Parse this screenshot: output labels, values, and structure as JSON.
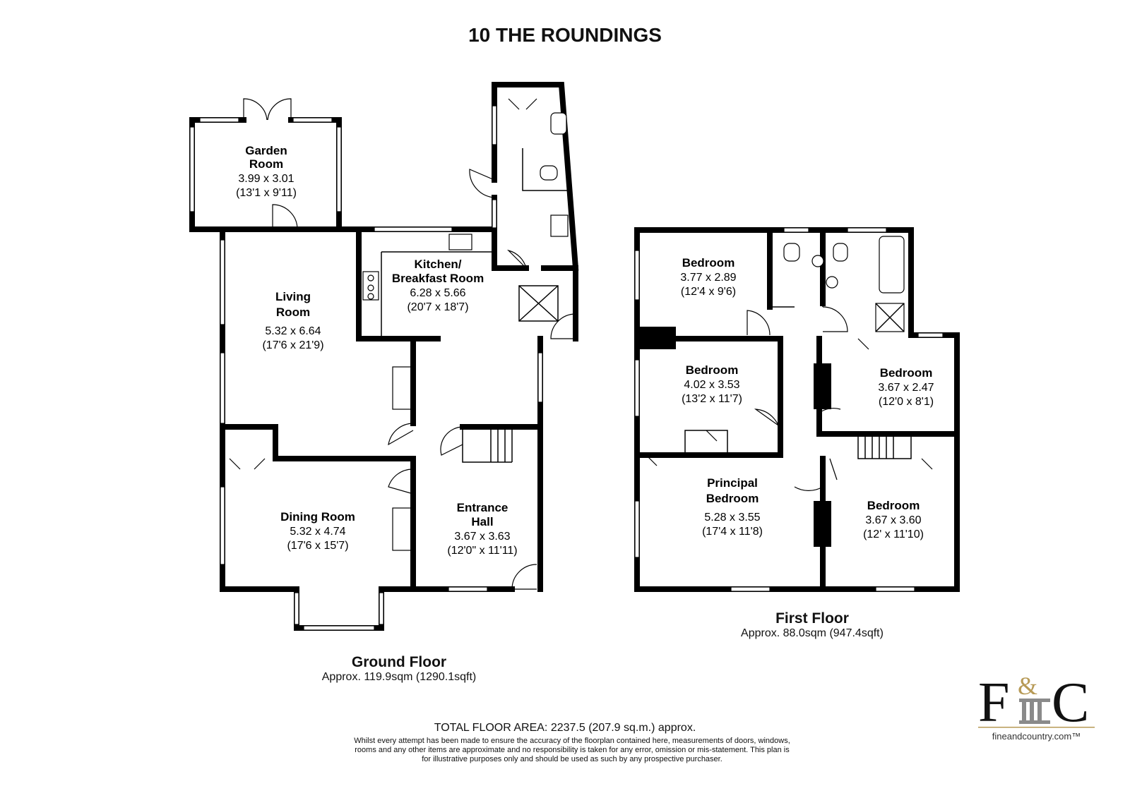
{
  "title": "10 THE ROUNDINGS",
  "ground_floor": {
    "name": "Ground Floor",
    "area": "Approx. 119.9sqm (1290.1sqft)",
    "rooms": {
      "garden_room": {
        "name_line1": "Garden",
        "name_line2": "Room",
        "metric": "3.99 x 3.01",
        "imperial": "(13'1 x 9'11)"
      },
      "living_room": {
        "name_line1": "Living",
        "name_line2": "Room",
        "metric": "5.32 x 6.64",
        "imperial": "(17'6 x 21'9)"
      },
      "kitchen": {
        "name_line1": "Kitchen/",
        "name_line2": "Breakfast Room",
        "metric": "6.28 x 5.66",
        "imperial": "(20'7 x 18'7)"
      },
      "dining_room": {
        "name": "Dining Room",
        "metric": "5.32 x 4.74",
        "imperial": "(17'6 x 15'7)"
      },
      "entrance_hall": {
        "name_line1": "Entrance",
        "name_line2": "Hall",
        "metric": "3.67 x 3.63",
        "imperial": "(12'0\" x 11'11)"
      }
    }
  },
  "first_floor": {
    "name": "First Floor",
    "area": "Approx. 88.0sqm (947.4sqft)",
    "rooms": {
      "bedroom_a": {
        "name": "Bedroom",
        "metric": "3.77 x 2.89",
        "imperial": "(12'4 x 9'6)"
      },
      "bedroom_b": {
        "name": "Bedroom",
        "metric": "4.02 x 3.53",
        "imperial": "(13'2 x 11'7)"
      },
      "bedroom_c": {
        "name": "Bedroom",
        "metric": "3.67 x 2.47",
        "imperial": "(12'0 x 8'1)"
      },
      "principal": {
        "name_line1": "Principal",
        "name_line2": "Bedroom",
        "metric": "5.28 x 3.55",
        "imperial": "(17'4 x 11'8)"
      },
      "bedroom_d": {
        "name": "Bedroom",
        "metric": "3.67 x 3.60",
        "imperial": "(12' x 11'10)"
      }
    }
  },
  "total_area": "TOTAL FLOOR AREA: 2237.5 (207.9 sq.m.) approx.",
  "disclaimer": "Whilst every attempt has been made to ensure the accuracy of the floorplan contained here, measurements of doors, windows, rooms and any other items are approximate and no responsibility is taken for any error, omission or mis-statement. This plan is for illustrative purposes only and should be used as such by any prospective purchaser.",
  "logo": {
    "left": "F",
    "amp": "&",
    "right": "C",
    "url": "fineandcountry.com™",
    "gold": "#b79a56",
    "grey": "#8a8a8a"
  }
}
